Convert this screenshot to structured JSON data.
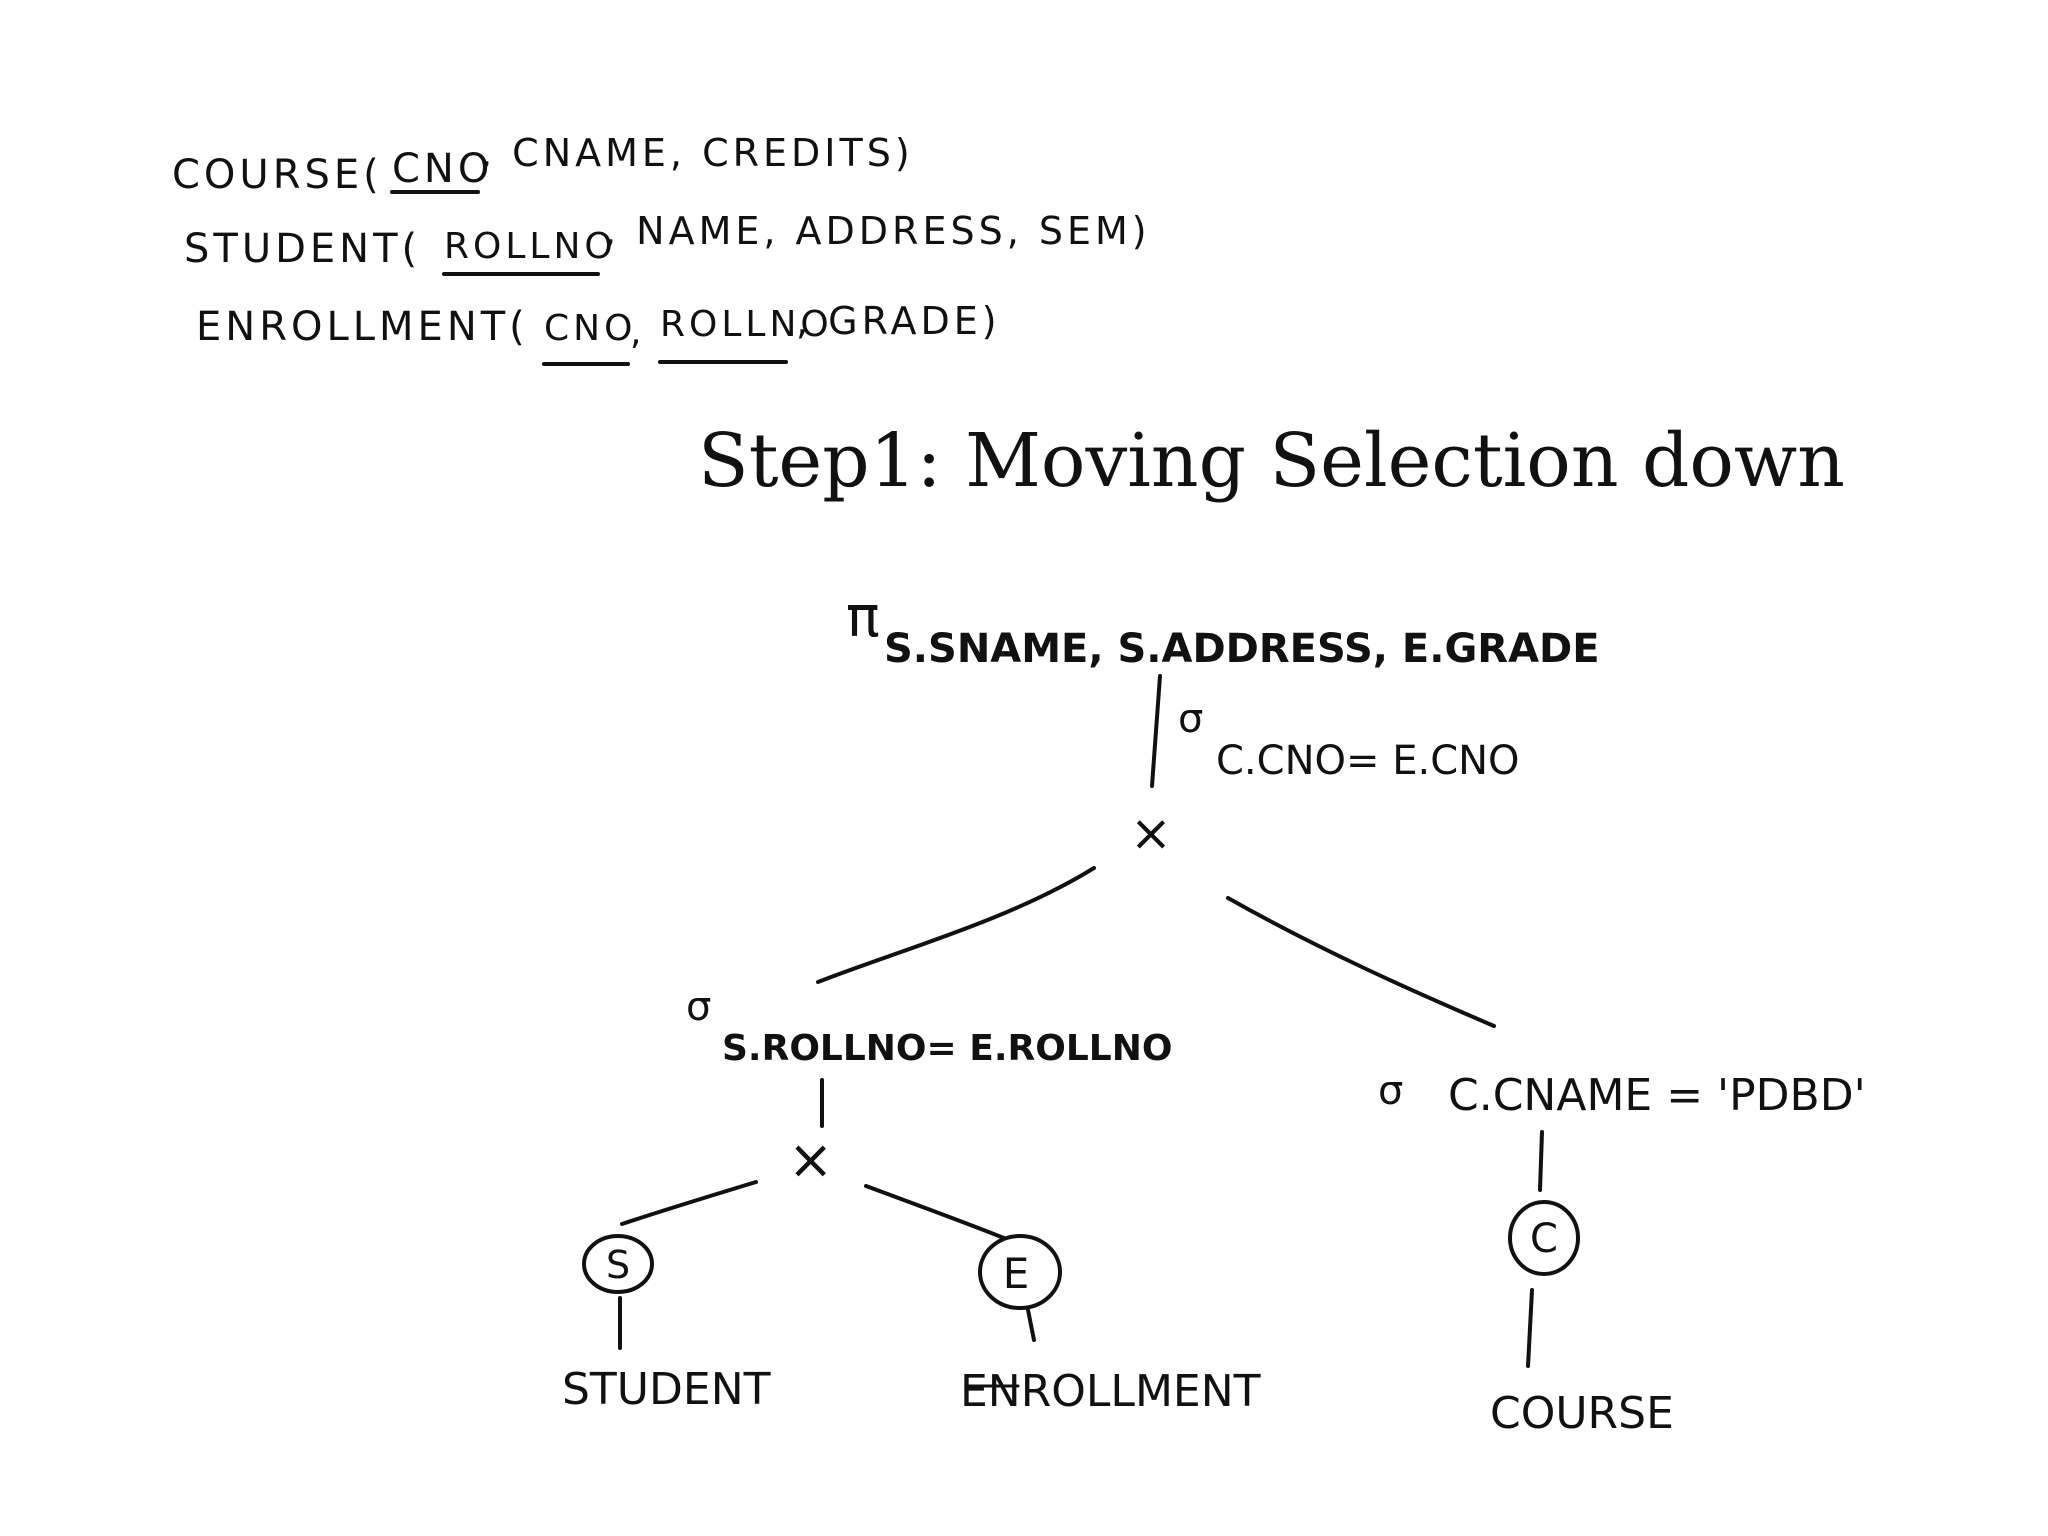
{
  "schema": {
    "course": {
      "prefix": "COURSE(",
      "key": "CNO",
      "rest": ", CNAME, CREDITS)"
    },
    "student": {
      "prefix": "STUDENT(",
      "key": "ROLLNO",
      "rest": ", NAME, ADDRESS, SEM)"
    },
    "enrollment": {
      "prefix": "ENROLLMENT(",
      "key1": "CNO",
      "sep": ",",
      "key2": "ROLLNO",
      "rest": ", GRADE)"
    }
  },
  "title": "Step1: Moving Selection down",
  "tree": {
    "projection": {
      "symbol": "π",
      "attrs": "S.SNAME, S.ADDRESS, E.GRADE"
    },
    "root_selection": {
      "symbol": "σ",
      "condition": "C.CNO= E.CNO"
    },
    "root_join": {
      "symbol": "×"
    },
    "left_selection": {
      "symbol": "σ",
      "condition": "S.ROLLNO= E.ROLLNO"
    },
    "right_selection": {
      "symbol": "σ",
      "condition": "C.CNAME = 'PDBD'"
    },
    "left_join": {
      "symbol": "×"
    },
    "alias_s": {
      "label": "S"
    },
    "alias_e": {
      "label": "E"
    },
    "alias_c": {
      "label": "C"
    },
    "table_student": {
      "label": "STUDENT"
    },
    "table_enrollment": {
      "label": "ENROLLMENT"
    },
    "table_course": {
      "label": "COURSE"
    }
  }
}
